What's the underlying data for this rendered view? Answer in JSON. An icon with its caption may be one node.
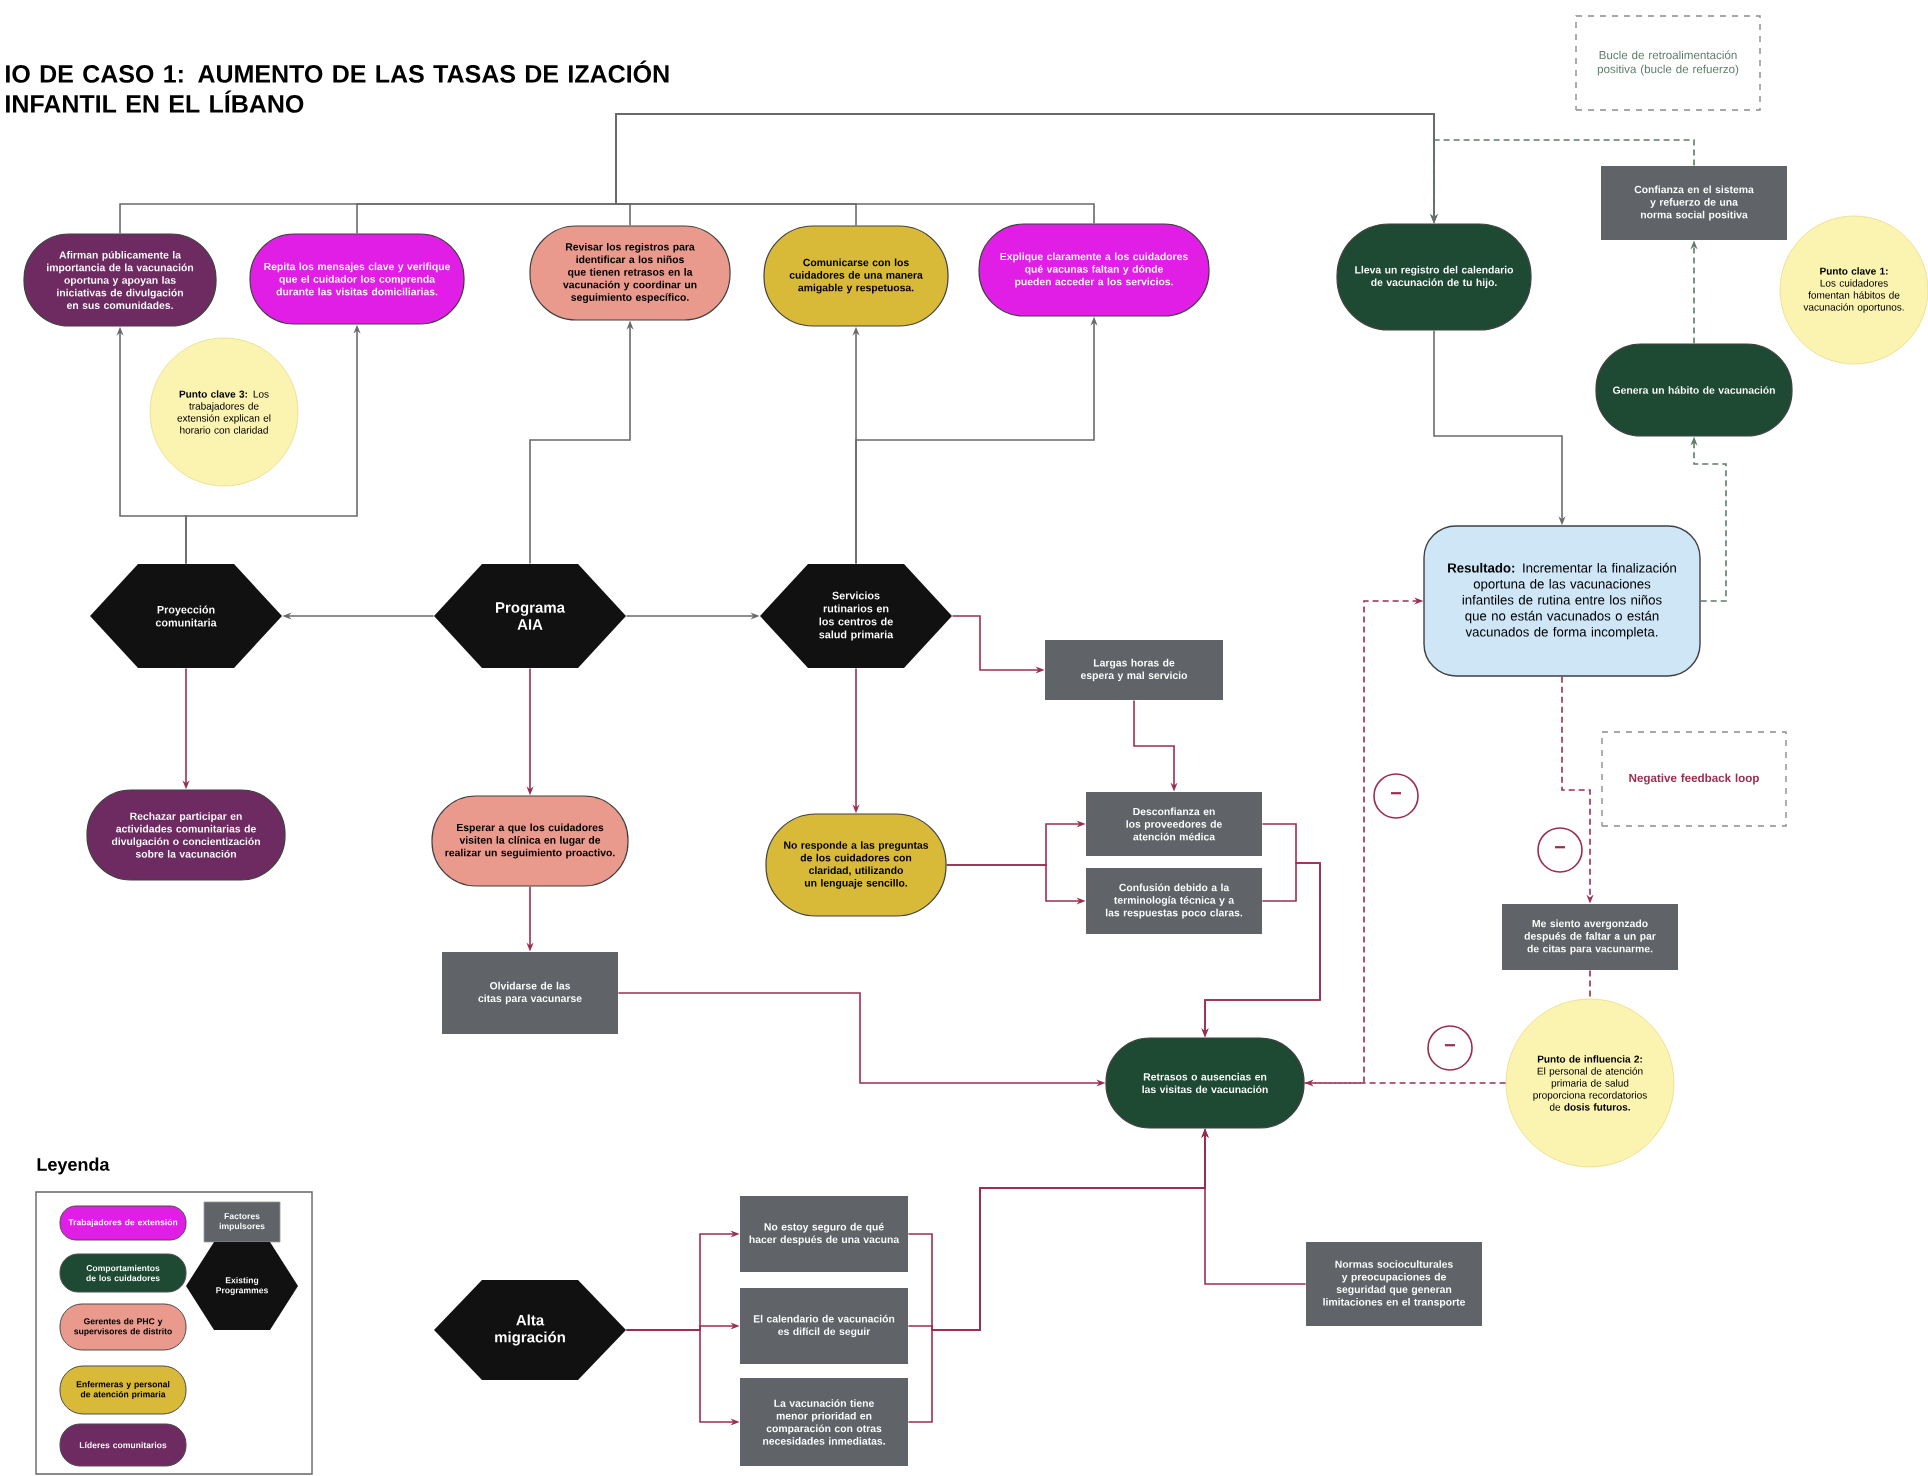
{
  "diagram": {
    "title": "IO DE CASO 1: AUMENTO DE LAS TASAS DE IZACIÓN INFANTIL EN EL LÍBANO",
    "nodes": [
      {
        "text": [
          "Afirman públicamente la importancia de la vacunación oportuna y apoyan las iniciativas de divulgación en sus comunidades."
        ]
      },
      {
        "text": [
          "Repita los mensajes clave y verifique que el cuidador los comprenda durante las visitas domiciliarias."
        ]
      },
      {
        "text": [
          "**Punto clave 3:** Los trabajadores de extensión explican el horario con claridad"
        ]
      },
      {
        "text": [
          "Revisar los registros para identificar a los niños que tienen retrasos en la vacunación y coordinar un seguimiento específico."
        ]
      },
      {
        "text": [
          "Comunicarse con los cuidadores de una manera amigable y respetuosa."
        ]
      },
      {
        "text": [
          "Explique claramente a los cuidadores qué vacunas faltan y dónde pueden acceder a los servicios."
        ]
      },
      {
        "text": [
          "Lleva un registro del calendario de vacunación de tu hijo."
        ]
      },
      {
        "text": [
          "Bucle de retroalimentación positiva (bucle de refuerzo)"
        ]
      },
      {
        "text": [
          "Confianza en el sistema y refuerzo de una norma social positiva"
        ]
      },
      {
        "text": [
          "**Punto clave 1:** Los cuidadores fomentan hábitos de vacunación oportunos."
        ]
      },
      {
        "text": [
          "Genera un hábito de vacunación"
        ]
      },
      {
        "text": [
          "**Resultado:** Incrementar la finalización oportuna de las vacunaciones infantiles de rutina entre los niños que no están vacunados o están vacunados de forma incompleta."
        ]
      },
      {
        "text": [
          "Proyección comunitaria"
        ]
      },
      {
        "text": [
          "Programa AIA"
        ]
      },
      {
        "text": [
          "Servicios rutinarios en los centros de salud primaria"
        ]
      },
      {
        "text": [
          "Largas horas de espera y mal servicio"
        ]
      },
      {
        "text": [
          "Negative feedback loop"
        ]
      },
      {
        "text": [
          "Rechazar participar en actividades comunitarias de divulgación o concientización sobre la vacunación"
        ]
      },
      {
        "text": [
          "Esperar a que los cuidadores visiten la clínica en lugar de realizar un seguimiento proactivo."
        ]
      },
      {
        "text": [
          "No responde a las preguntas de los cuidadores con claridad, utilizando un lenguaje sencillo."
        ]
      },
      {
        "text": [
          "Desconfianza en los proveedores de atención médica"
        ]
      },
      {
        "text": [
          "Confusión debido a la terminología técnica y a las respuestas poco claras."
        ]
      },
      {
        "text": [
          "Me siento avergonzado después de faltar a un par de citas para vacunarme."
        ]
      },
      {
        "text": [
          "Olvidarse de las citas para vacunarse"
        ]
      },
      {
        "text": [
          "**Punto de influencia 2:** El personal de atención primaria de salud proporciona recordatorios de **dosis futuros.**"
        ]
      },
      {
        "text": [
          "Retrasos o ausencias en las visitas de vacunación"
        ]
      },
      {
        "text": [
          "Alta migración"
        ]
      },
      {
        "text": [
          "No estoy seguro de qué hacer después de una vacuna"
        ]
      },
      {
        "text": [
          "El calendario de vacunación es difícil de seguir"
        ]
      },
      {
        "text": [
          "La vacunación tiene menor prioridad en comparación con otras necesidades inmediatas."
        ]
      },
      {
        "text": [
          "Normas socioculturales y preocupaciones de seguridad que generan limitaciones en el transporte"
        ]
      },
      {
        "text": [
          "−"
        ]
      },
      {
        "text": [
          "−"
        ]
      },
      {
        "text": [
          "−"
        ]
      }
    ],
    "edges": [
      {
        "from": 0,
        "to": 6,
        "arrow": "to",
        "color": "#6a6a6a"
      },
      {
        "from": 1,
        "to": 6,
        "arrow": "to",
        "color": "#6a6a6a"
      },
      {
        "from": 3,
        "to": 6,
        "arrow": "to",
        "color": "#6a6a6a"
      },
      {
        "from": 4,
        "to": 6,
        "arrow": "to",
        "color": "#6a6a6a"
      },
      {
        "from": 5,
        "to": 6,
        "arrow": "to",
        "color": "#6a6a6a"
      },
      {
        "from": 12,
        "to": 0,
        "arrow": "to",
        "color": "#6a6a6a"
      },
      {
        "from": 12,
        "to": 1,
        "arrow": "to",
        "color": "#6a6a6a"
      },
      {
        "from": 13,
        "to": 3,
        "arrow": "to",
        "color": "#6a6a6a"
      },
      {
        "from": 14,
        "to": 4,
        "arrow": "to",
        "color": "#6a6a6a"
      },
      {
        "from": 14,
        "to": 5,
        "arrow": "to",
        "color": "#6a6a6a"
      },
      {
        "from": 13,
        "to": 12,
        "arrow": "to",
        "color": "#6a6a6a"
      },
      {
        "from": 13,
        "to": 14,
        "arrow": "to",
        "color": "#6a6a6a"
      },
      {
        "from": 12,
        "to": 17,
        "arrow": "to"
      },
      {
        "from": 13,
        "to": 18,
        "arrow": "to"
      },
      {
        "from": 18,
        "to": 23,
        "arrow": "to"
      },
      {
        "from": 14,
        "to": 19,
        "arrow": "to"
      },
      {
        "from": 14,
        "to": 15,
        "arrow": "to"
      },
      {
        "from": 15,
        "to": 20,
        "arrow": "to"
      },
      {
        "from": 19,
        "to": 20,
        "arrow": "to"
      },
      {
        "from": 19,
        "to": 21,
        "arrow": "to"
      },
      {
        "from": 20,
        "to": 25,
        "arrow": "to"
      },
      {
        "from": 21,
        "to": 25,
        "arrow": "to"
      },
      {
        "from": 23,
        "to": 25,
        "arrow": "to"
      },
      {
        "from": 6,
        "to": 11,
        "arrow": "to",
        "color": "#6a6a6a"
      },
      {
        "from": 11,
        "to": 10,
        "arrow": "to",
        "style": "dashed",
        "color": "#5c7c68"
      },
      {
        "from": 10,
        "to": 8,
        "arrow": "to",
        "style": "dashed",
        "color": "#5c7c68"
      },
      {
        "from": 8,
        "to": 6,
        "arrow": "none",
        "style": "dashed",
        "color": "#5c7c68"
      },
      {
        "from": 11,
        "to": 22,
        "arrow": "to",
        "style": "dashed"
      },
      {
        "from": 22,
        "to": 24,
        "arrow": "none",
        "style": "dashed"
      },
      {
        "from": 24,
        "to": 25,
        "arrow": "to",
        "style": "dashed"
      },
      {
        "from": 25,
        "to": 11,
        "arrow": "to",
        "style": "dashed"
      },
      {
        "from": 26,
        "to": 27,
        "arrow": "to"
      },
      {
        "from": 26,
        "to": 28,
        "arrow": "to"
      },
      {
        "from": 26,
        "to": 29,
        "arrow": "to"
      },
      {
        "from": 27,
        "to": 25,
        "arrow": "to"
      },
      {
        "from": 28,
        "to": 25,
        "arrow": "to"
      },
      {
        "from": 29,
        "to": 25,
        "arrow": "to"
      },
      {
        "from": 30,
        "to": 25,
        "arrow": "to"
      }
    ],
    "labels": [
      "Leyenda"
    ],
    "legend": [
      {
        "text": "Trabajadores de extensión",
        "color": "#e11ee6"
      },
      {
        "text": "Comportamientos de los cuidadores",
        "color": "#1e4a33"
      },
      {
        "text": "Gerentes de PHC y supervisores de distrito",
        "color": "#e99a8c"
      },
      {
        "text": "Enfermeras y personal de atención primaria",
        "color": "#d9b938"
      },
      {
        "text": "Líderes comunitarios",
        "color": "#6e2b62"
      },
      {
        "text": "Factores impulsores",
        "color": "#606468"
      },
      {
        "text": "Existing Programmes",
        "color": "#111111"
      }
    ]
  }
}
